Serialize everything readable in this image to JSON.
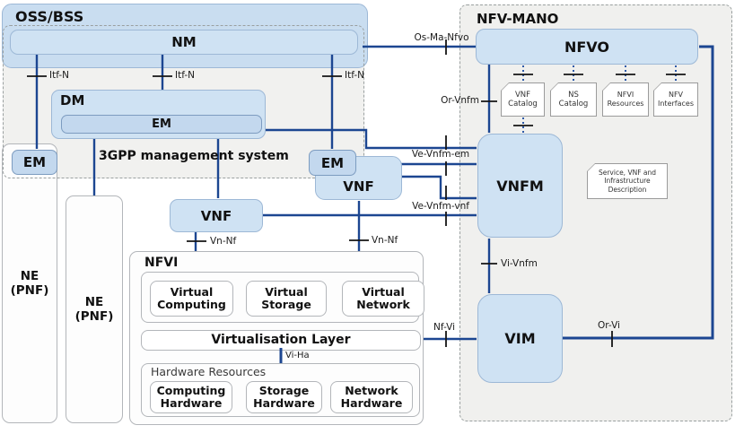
{
  "oss": {
    "label": "OSS/BSS",
    "nm": "NM"
  },
  "three_gpp": {
    "label": "3GPP management system",
    "dm": "DM",
    "em_bar": "EM",
    "em_left": "EM"
  },
  "network_elements": [
    {
      "label": "NE\n(PNF)"
    },
    {
      "label": "NE\n(PNF)"
    }
  ],
  "vnf_left": {
    "label": "VNF"
  },
  "vnf_right": {
    "label": "VNF",
    "em": "EM"
  },
  "nfvi": {
    "title": "NFVI",
    "virtual_boxes": [
      "Virtual\nComputing",
      "Virtual\nStorage",
      "Virtual\nNetwork"
    ],
    "virtualisation_layer": "Virtualisation Layer",
    "hardware_title": "Hardware Resources",
    "hardware_boxes": [
      "Computing\nHardware",
      "Storage\nHardware",
      "Network\nHardware"
    ]
  },
  "mano": {
    "title": "NFV-MANO",
    "nfvo": "NFVO",
    "vnfm": "VNFM",
    "vim": "VIM",
    "catalogs": [
      "VNF\nCatalog",
      "NS\nCatalog",
      "NFVI\nResources",
      "NFV\nInterfaces"
    ],
    "service_description": "Service, VNF and\nInfrastructure\nDescription"
  },
  "interfaces": {
    "itf_n": "Itf-N",
    "os_ma_nfvo": "Os-Ma-Nfvo",
    "or_vnfm": "Or-Vnfm",
    "ve_vnfm_em": "Ve-Vnfm-em",
    "ve_vnfm_vnf": "Ve-Vnfm-vnf",
    "vi_vnfm": "Vi-Vnfm",
    "or_vi": "Or-Vi",
    "nf_vi": "Nf-Vi",
    "vn_nf": "Vn-Nf",
    "vi_ha": "Vi-Ha"
  },
  "colors": {
    "line_blue": "#1c4691",
    "dotted_blue": "#2e5aa8",
    "box_fill": "#cfe2f3",
    "box_border": "#9db8d6",
    "em_fill": "#c3d8ee",
    "panel_fill": "#f1f1ef",
    "dash_border": "#9aa0a0"
  }
}
